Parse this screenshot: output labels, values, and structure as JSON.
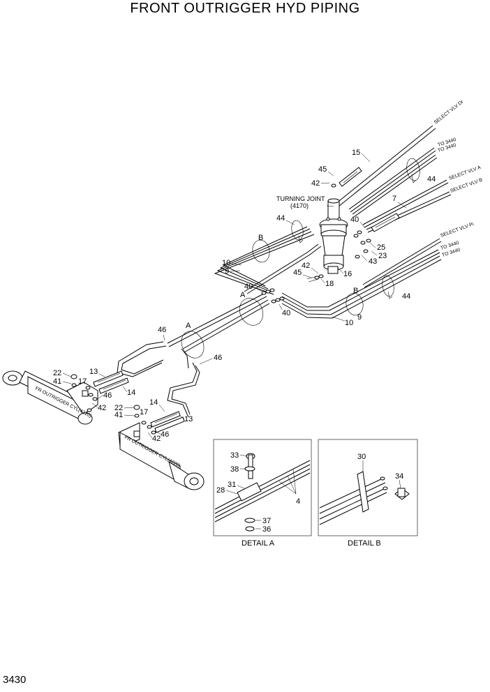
{
  "title": "FRONT OUTRIGGER HYD PIPING",
  "page_number": "3430",
  "destinations": {
    "select_dr": "SELECT VLV  Dr",
    "to_upper_1": "TO 3440",
    "to_upper_2": "TO 3440",
    "select_a": "SELECT VLV  A",
    "select_b": "SELECT VLV  B",
    "select_pi": "SELECT VLV  Pi",
    "to_lower_1": "TO 3440",
    "to_lower_2": "TO 3440"
  },
  "turning_joint": {
    "name": "TURNING JOINT",
    "ref": "(4170)"
  },
  "section_marks": {
    "a": "A",
    "b": "B"
  },
  "cylinders": {
    "left": "FR OUTRIGGER CYL(4220)",
    "right": "FR OUTRIGGER CYL(4220)"
  },
  "callouts": {
    "c4": "4",
    "c7": "7",
    "c9": "9",
    "c10": "10",
    "c13": "13",
    "c14": "14",
    "c15": "15",
    "c16": "16",
    "c17": "17",
    "c18": "18",
    "c22": "22",
    "c23": "23",
    "c25": "25",
    "c28": "28",
    "c30": "30",
    "c31": "31",
    "c33": "33",
    "c34": "34",
    "c36": "36",
    "c37": "37",
    "c38": "38",
    "c40": "40",
    "c41": "41",
    "c42": "42",
    "c43": "43",
    "c44": "44",
    "c45": "45",
    "c46": "46"
  },
  "details": {
    "a": "DETAIL  A",
    "b": "DETAIL  B"
  }
}
